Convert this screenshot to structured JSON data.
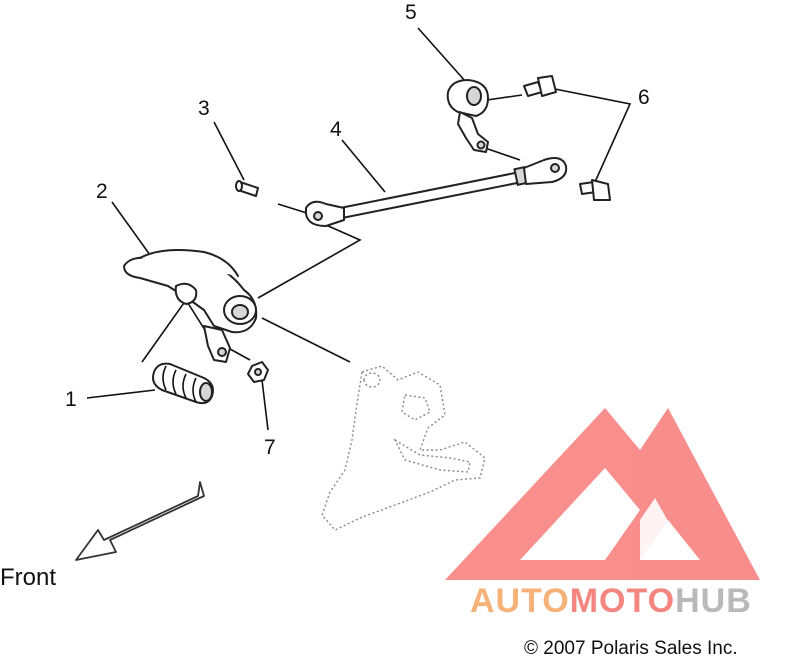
{
  "diagram": {
    "callouts": {
      "part_1": "1",
      "part_2": "2",
      "part_3": "3",
      "part_4": "4",
      "part_5": "5",
      "part_6": "6",
      "part_7": "7"
    },
    "direction_label": "Front",
    "copyright": "© 2007 Polaris Sales Inc."
  },
  "watermark": {
    "part_a": "AUTO",
    "part_b": "MOTO",
    "part_c": "HUB",
    "colors": {
      "orange": "#f7b27a",
      "pink": "#f4867f",
      "gray": "#b9b9b9",
      "logo_red": "#f77b78"
    }
  }
}
